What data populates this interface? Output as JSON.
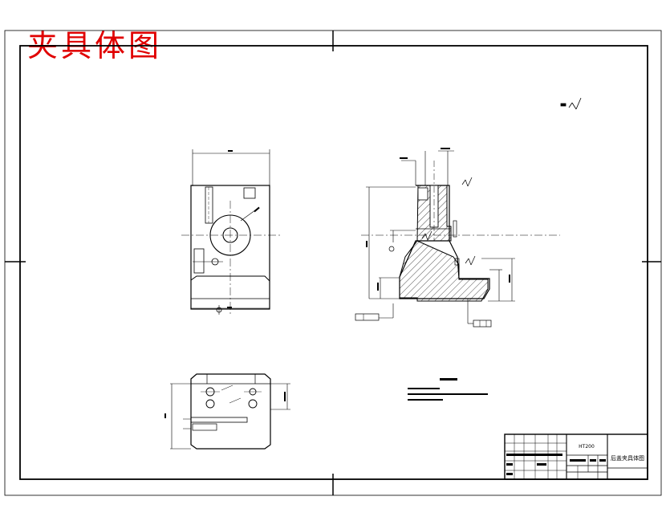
{
  "caption": "夹具体图",
  "title_block": {
    "drawing_name": "后盖夹具体图",
    "material": "HT200"
  },
  "colors": {
    "caption": "#e00000",
    "line": "#000000",
    "background": "#ffffff"
  }
}
